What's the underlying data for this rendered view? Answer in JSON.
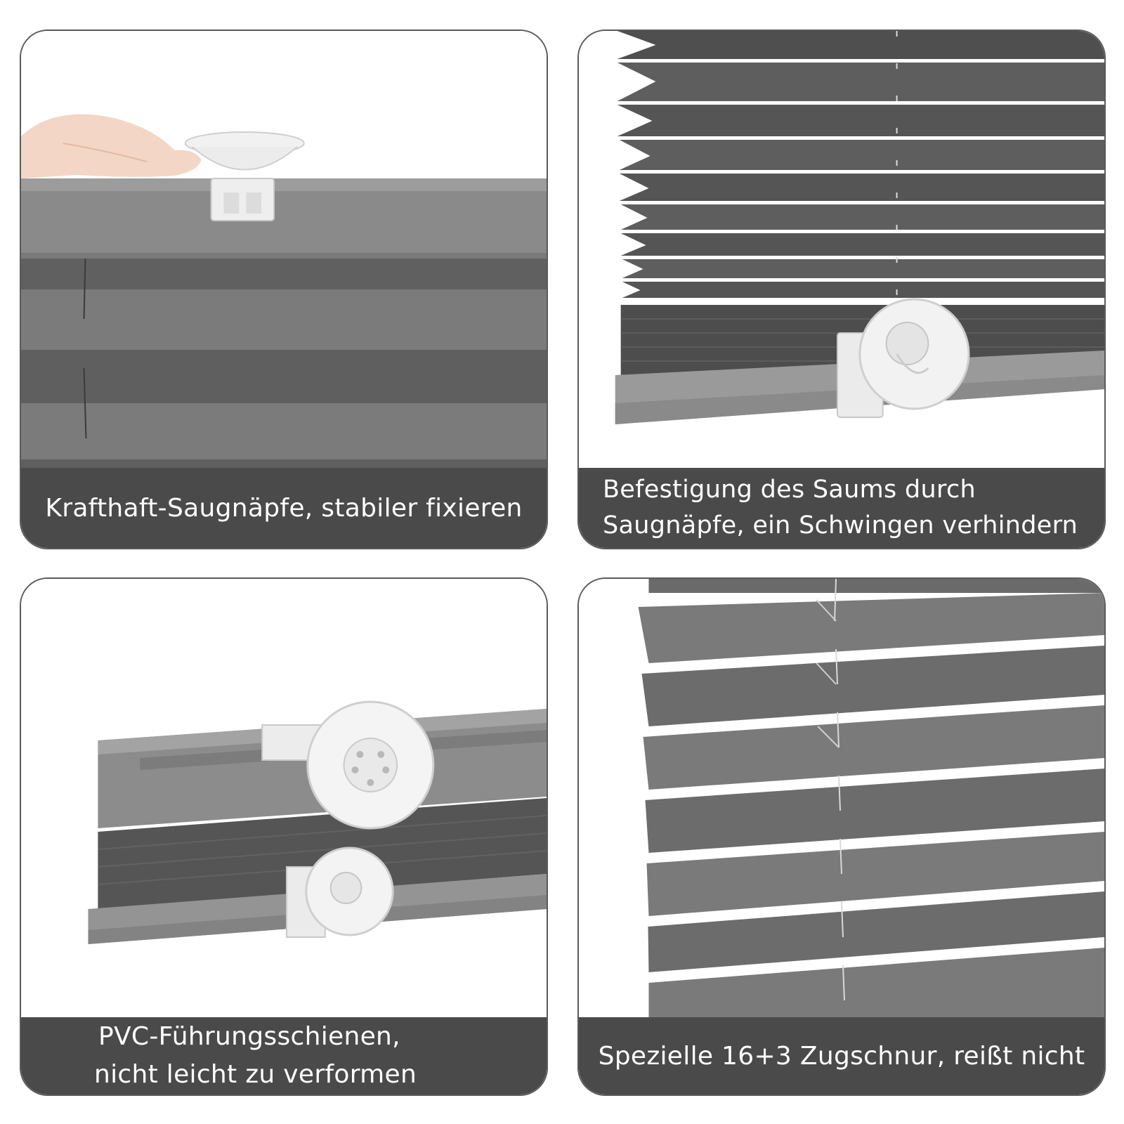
{
  "panels": [
    {
      "caption_lines": [
        "Krafthaft-Saugnäpfe, stabiler fixieren"
      ]
    },
    {
      "caption_lines": [
        "Befestigung des Saums durch",
        "Saugnäpfe, ein Schwingen verhindern"
      ]
    },
    {
      "caption_lines": [
        "PVC-Führungsschienen,",
        "nicht leicht zu verformen"
      ]
    },
    {
      "caption_lines": [
        "Spezielle 16+3 Zugschnur, reißt nicht"
      ]
    }
  ],
  "colors": {
    "caption_bg": "#4a4a4a",
    "caption_text": "#ffffff",
    "fabric": "#6f6f6f",
    "rail": "#8e8e8e",
    "border": "#5a5a5a"
  }
}
